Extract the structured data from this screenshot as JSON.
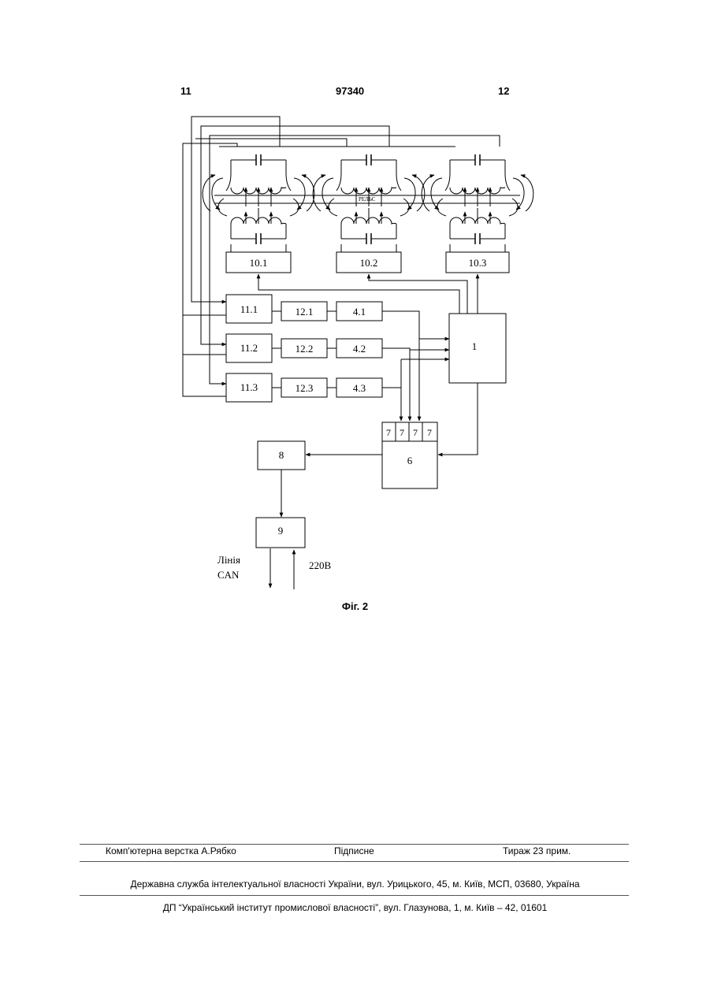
{
  "header": {
    "left_page": "11",
    "patent_number": "97340",
    "right_page": "12"
  },
  "diagram": {
    "rail_label": "РЕЛЬС",
    "blocks": {
      "b10_1": "10.1",
      "b10_2": "10.2",
      "b10_3": "10.3",
      "b11_1": "11.1",
      "b11_2": "11.2",
      "b11_3": "11.3",
      "b12_1": "12.1",
      "b12_2": "12.2",
      "b12_3": "12.3",
      "b4_1": "4.1",
      "b4_2": "4.2",
      "b4_3": "4.3",
      "b1": "1",
      "b6": "6",
      "b7_a": "7",
      "b7_b": "7",
      "b7_c": "7",
      "b7_d": "7",
      "b8": "8",
      "b9": "9"
    },
    "line_label_1": "Лінія",
    "line_label_2": "CAN",
    "power_label": "220В"
  },
  "caption": "Фіг. 2",
  "footer": {
    "typesetter": "Комп'ютерна верстка А.Рябко",
    "signed": "Підписне",
    "circulation": "Тираж 23 прим.",
    "agency": "Державна служба інтелектуальної власності України, вул. Урицького, 45, м. Київ, МСП, 03680, Україна",
    "institute": "ДП “Український інститут промислової власності”, вул. Глазунова, 1, м. Київ – 42, 01601"
  }
}
